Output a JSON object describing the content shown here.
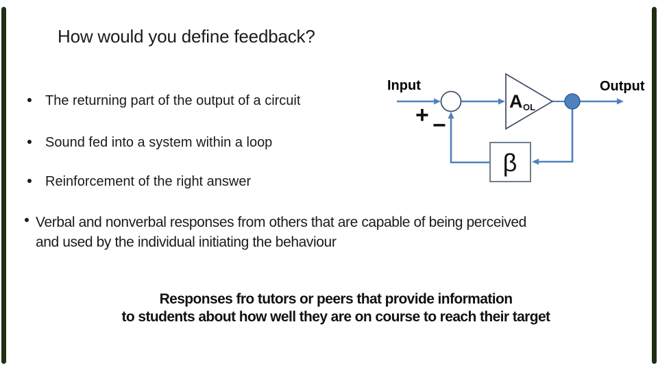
{
  "slide": {
    "title": "How would you define feedback?",
    "bullets": [
      {
        "lines": [
          "The returning part of the output of a circuit"
        ]
      },
      {
        "lines": [
          "Sound fed into a system within a loop"
        ]
      },
      {
        "lines": [
          "Reinforcement of the right answer"
        ]
      },
      {
        "lines": [
          "Verbal and nonverbal responses from others that are capable of being perceived",
          "and used by the individual initiating the behaviour"
        ]
      }
    ],
    "footer": {
      "lines": [
        "Responses fro tutors or peers that provide information",
        "to students about how well they are on course to reach their target"
      ]
    }
  },
  "diagram": {
    "input_label": "Input",
    "output_label": "Output",
    "plus_sign": "+",
    "minus_sign": "−",
    "gain_label": "A",
    "gain_subscript": "OL",
    "feedback_gain_label": "β",
    "colors": {
      "connector_blue": "#4f81bd",
      "node_fill": "#4f81bd",
      "shape_stroke": "#44546a",
      "label_text": "#000000"
    }
  },
  "theme": {
    "background": "#ffffff",
    "edge_bar_color": "#202e12",
    "body_text_color": "#1a1a1a"
  }
}
